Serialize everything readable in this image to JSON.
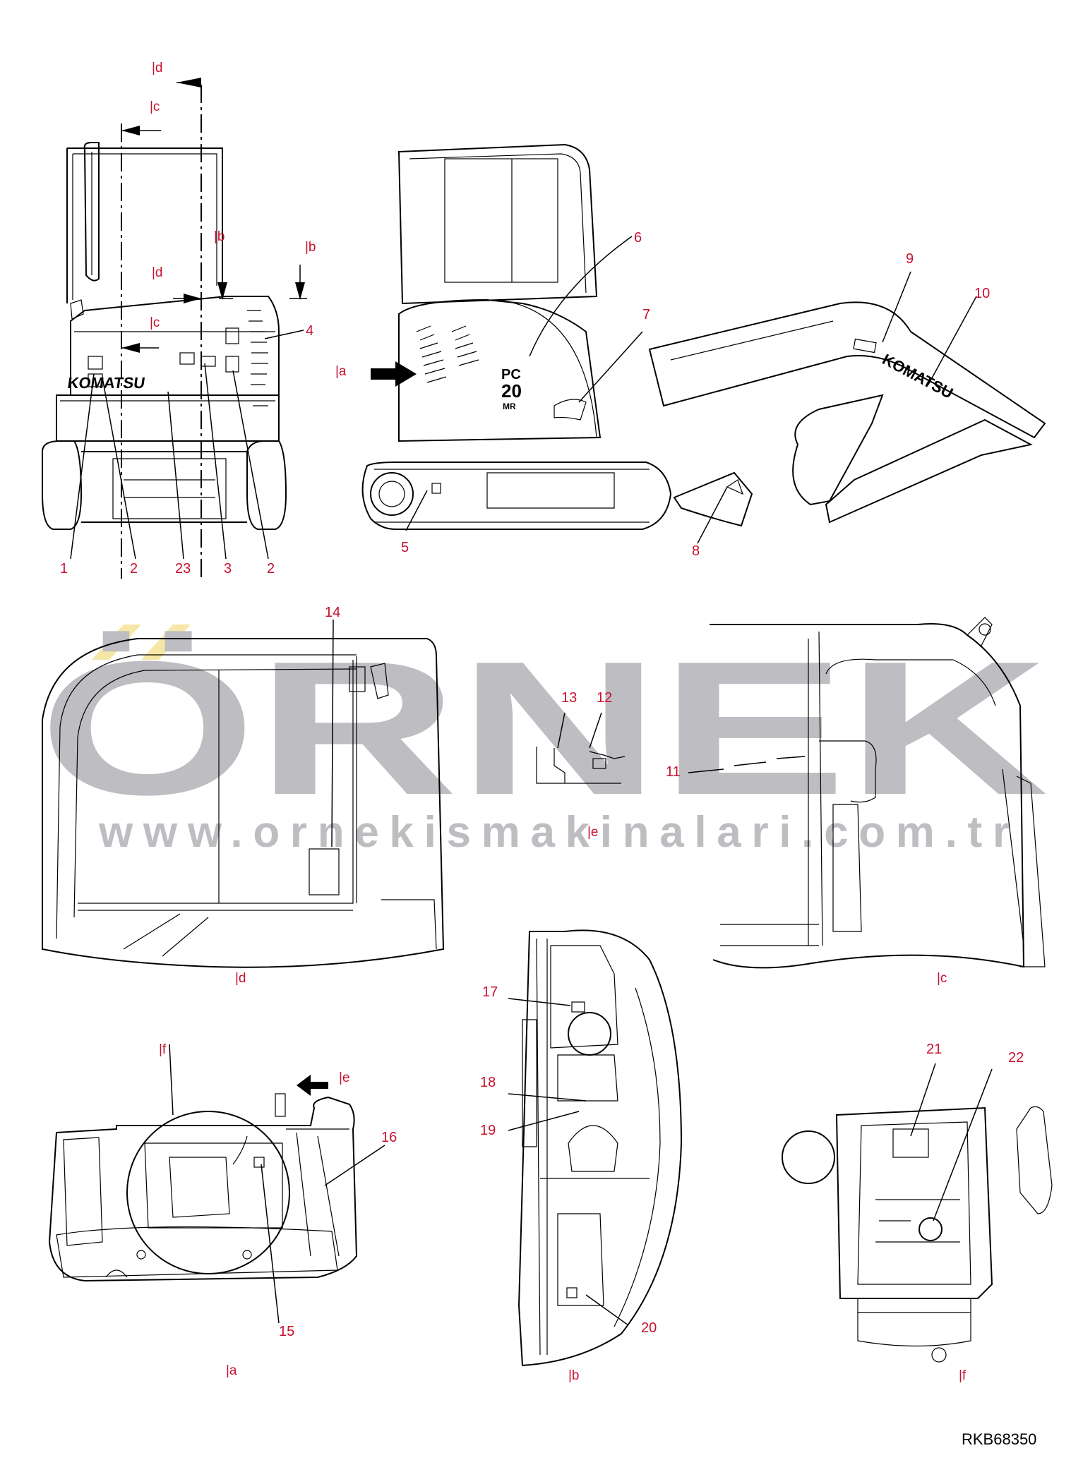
{
  "watermark": {
    "logo_text": "ÖRNEK",
    "url_text": "www.ornekismakinalari.com.tr",
    "color": "#bdbdc2",
    "accent_color": "#f6e7a6"
  },
  "label_color": "#c8102e",
  "drawing_code": "RKB68350",
  "brand_text": "KOMATSU",
  "model_text": {
    "line1": "PC",
    "line2": "20",
    "line3": "MR"
  },
  "callouts": [
    "1",
    "2",
    "23",
    "3",
    "2",
    "4",
    "5",
    "6",
    "7",
    "8",
    "9",
    "10",
    "11",
    "12",
    "13",
    "14",
    "15",
    "16",
    "17",
    "18",
    "19",
    "20",
    "21",
    "22"
  ],
  "view_labels": {
    "front_d_top": "|d",
    "front_c_top": "|c",
    "front_b_mid": "|b",
    "front_b_right": "|b",
    "front_d_mid": "|d",
    "front_c_mid": "|c",
    "side_a": "|a",
    "detail_e": "|e",
    "view_d": "|d",
    "view_c": "|c",
    "view_f_top": "|f",
    "view_e_arrow": "|e",
    "view_a": "|a",
    "view_b": "|b",
    "view_f": "|f"
  }
}
